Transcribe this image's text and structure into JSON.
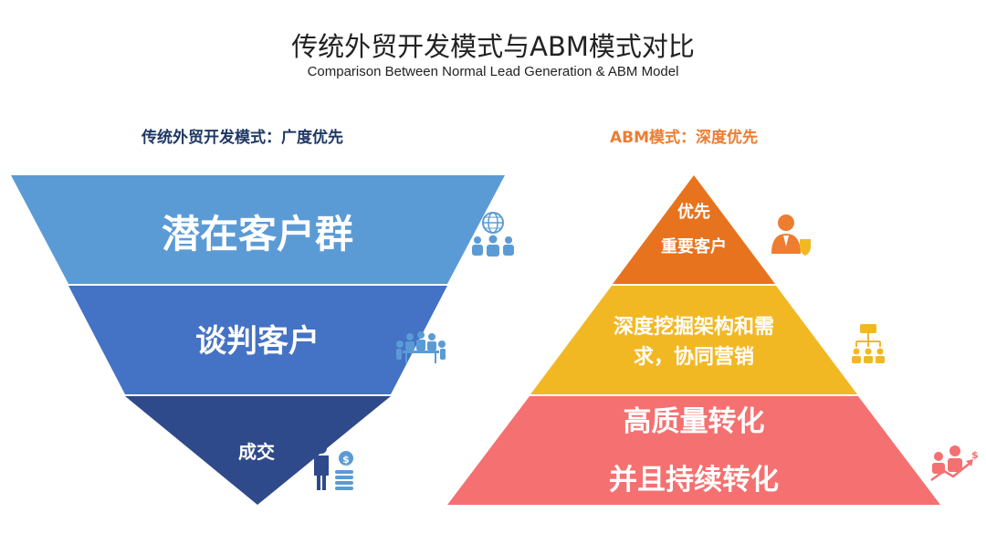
{
  "title": "传统外贸开发模式与ABM模式对比",
  "subtitle": "Comparison Between Normal Lead Generation & ABM Model",
  "left": {
    "heading": "传统外贸开发模式：广度优先",
    "heading_color": "#1F3864",
    "levels": [
      {
        "label": "潜在客户群",
        "color": "#5B9BD5",
        "icon": "globe-team-icon"
      },
      {
        "label": "谈判客户",
        "color": "#4472C4",
        "icon": "meeting-team-icon"
      },
      {
        "label": "成交",
        "color": "#2F4A8A",
        "icon": "businessman-money-icon"
      }
    ]
  },
  "right": {
    "heading": "ABM模式：深度优先",
    "heading_color": "#ED7D31",
    "levels": [
      {
        "lines": [
          "优先",
          "重要客户"
        ],
        "color": "#E8731E",
        "icon": "vip-person-shield-icon"
      },
      {
        "lines": [
          "深度挖掘架构和需",
          "求，协同营销"
        ],
        "color": "#F2B824",
        "icon": "org-structure-icon"
      },
      {
        "lines": [
          "高质量转化",
          "并且持续转化"
        ],
        "color": "#F57070",
        "icon": "team-growth-icon"
      }
    ]
  },
  "icon_colors": {
    "blue": "#5B9BD5",
    "orange": "#ED7D31",
    "yellow": "#F2B824",
    "red": "#F57070"
  }
}
